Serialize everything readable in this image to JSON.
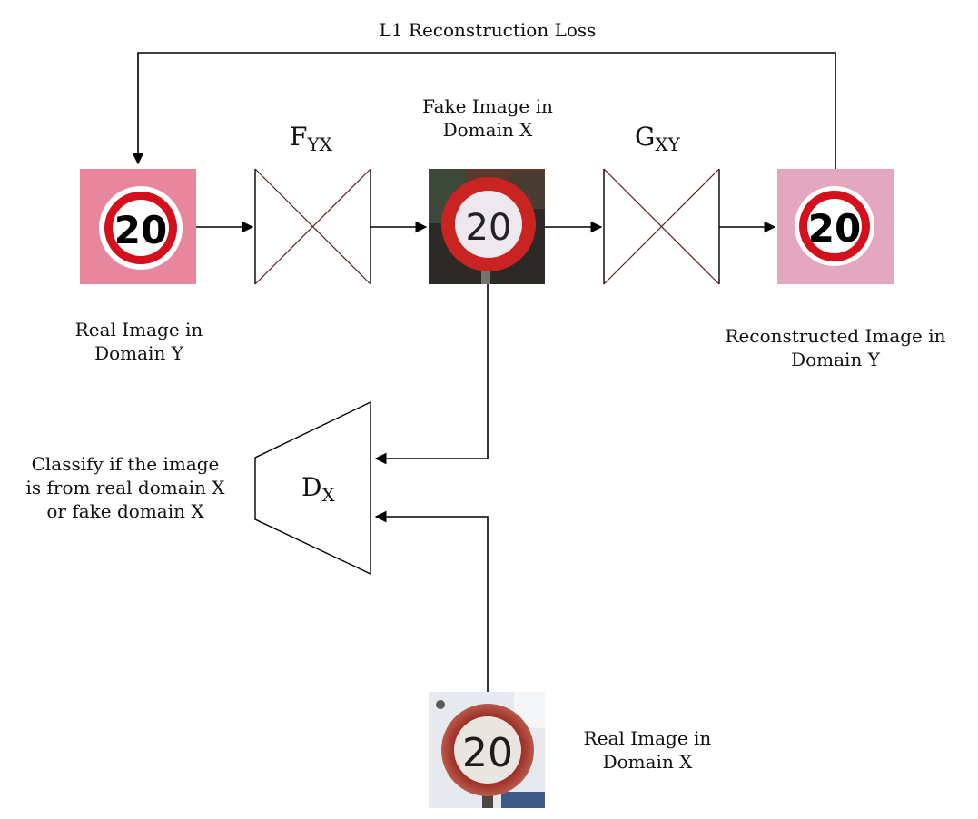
{
  "title": "L1 Reconstruction Loss",
  "real_y_label": [
    "Real Image in",
    "Domain Y"
  ],
  "fake_x_label": [
    "Fake Image in",
    "Domain X"
  ],
  "reconstructed_label": [
    "Reconstructed Image in",
    "Domain Y"
  ],
  "classify_label": [
    "Classify if the image",
    "is from real domain X",
    "or fake domain X"
  ],
  "real_x_label": [
    "Real Image in",
    "Domain X"
  ],
  "networks": {
    "f": {
      "main": "F",
      "sub": "YX"
    },
    "g": {
      "main": "G",
      "sub": "XY"
    },
    "d": {
      "main": "D",
      "sub": "X"
    }
  },
  "sign_number": "20",
  "colors": {
    "real_y_bg": "#e8869e",
    "reconstructed_bg": "#e3a8bf",
    "sign_red": "#d3101b",
    "line": "#000000",
    "bowtie_cross": "#5a2020"
  }
}
